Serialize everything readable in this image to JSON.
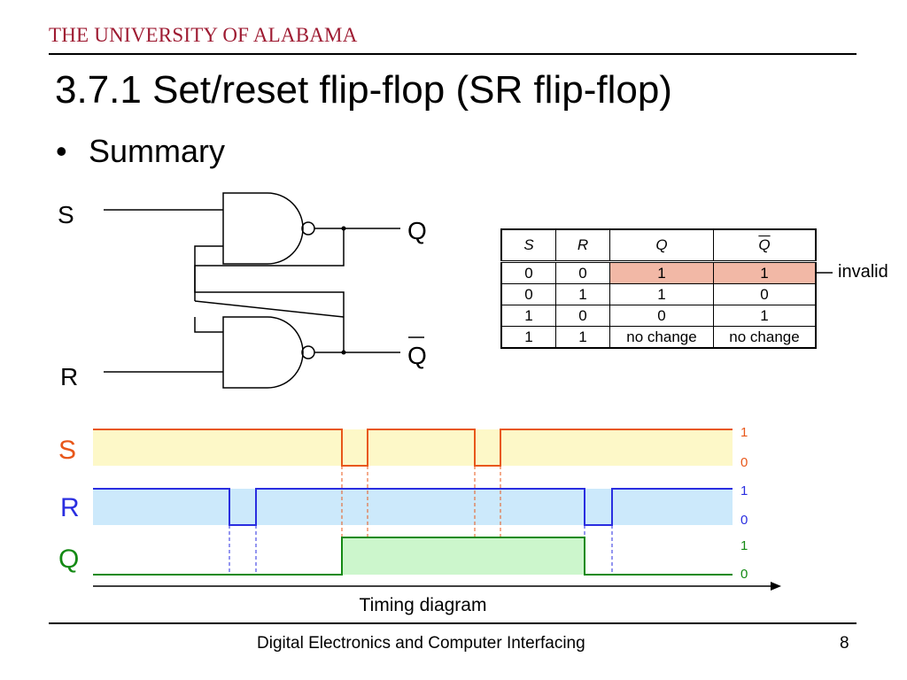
{
  "header": {
    "university": "THE UNIVERSITY OF ALABAMA",
    "title": "3.7.1 Set/reset flip-flop (SR flip-flop)",
    "bullet": "•",
    "bullet_text": "Summary"
  },
  "circuit": {
    "input_s": "S",
    "input_r": "R",
    "output_q": "Q",
    "output_qbar": "Q"
  },
  "truth_table": {
    "headers": [
      "S",
      "R",
      "Q",
      "Q"
    ],
    "rows": [
      [
        "0",
        "0",
        "1",
        "1"
      ],
      [
        "0",
        "1",
        "1",
        "0"
      ],
      [
        "1",
        "0",
        "0",
        "1"
      ],
      [
        "1",
        "1",
        "no change",
        "no change"
      ]
    ],
    "highlight_color": "#f2b8a6",
    "invalid_label": "invalid"
  },
  "timing": {
    "signals": [
      {
        "name": "S",
        "color": "#e8571a",
        "band_color": "#fdf8c8",
        "high_label": "1",
        "low_label": "0"
      },
      {
        "name": "R",
        "color": "#2a2ee0",
        "band_color": "#cce9fb",
        "high_label": "1",
        "low_label": "0"
      },
      {
        "name": "Q",
        "color": "#148a14",
        "band_color": "#ccf6cc",
        "high_label": "1",
        "low_label": "0"
      }
    ],
    "caption": "Timing diagram"
  },
  "footer": {
    "course": "Digital Electronics and Computer Interfacing",
    "page": "8"
  }
}
